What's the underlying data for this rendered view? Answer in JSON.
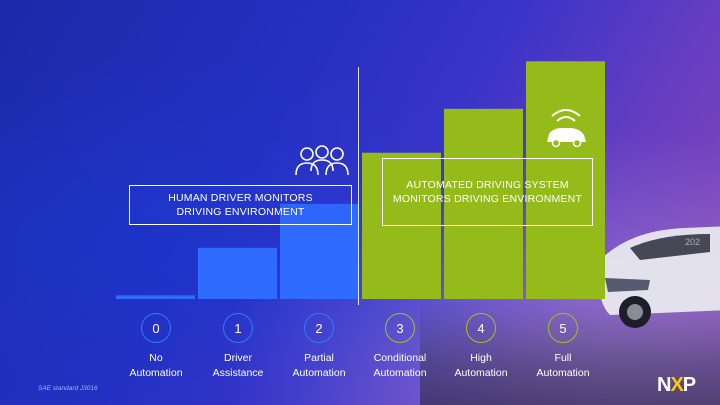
{
  "chart_data": {
    "type": "bar",
    "categories": [
      "0",
      "1",
      "2",
      "3",
      "4",
      "5"
    ],
    "values": [
      1,
      14,
      26,
      40,
      52,
      65
    ],
    "ylim": [
      0,
      70
    ],
    "colors": [
      "#2f6bff",
      "#2f6bff",
      "#2f6bff",
      "#94bb1a",
      "#94bb1a",
      "#94bb1a"
    ]
  },
  "boxes": {
    "human": [
      "HUMAN DRIVER MONITORS",
      "DRIVING ENVIRONMENT"
    ],
    "ads": [
      "AUTOMATED DRIVING SYSTEM",
      "MONITORS DRIVING ENVIRONMENT"
    ]
  },
  "levels": [
    {
      "num": "0",
      "line1": "No",
      "line2": "Automation",
      "group": "blue"
    },
    {
      "num": "1",
      "line1": "Driver",
      "line2": "Assistance",
      "group": "blue"
    },
    {
      "num": "2",
      "line1": "Partial",
      "line2": "Automation",
      "group": "blue"
    },
    {
      "num": "3",
      "line1": "Conditional",
      "line2": "Automation",
      "group": "green"
    },
    {
      "num": "4",
      "line1": "High",
      "line2": "Automation",
      "group": "green"
    },
    {
      "num": "5",
      "line1": "Full",
      "line2": "Automation",
      "group": "green"
    }
  ],
  "footnote": "SAE standard J3016",
  "logo": {
    "part1": "N",
    "part2": "X",
    "part3": "P"
  },
  "icons": {
    "human": "people-icon",
    "ads": "connected-car-icon"
  },
  "background_badge": "202"
}
